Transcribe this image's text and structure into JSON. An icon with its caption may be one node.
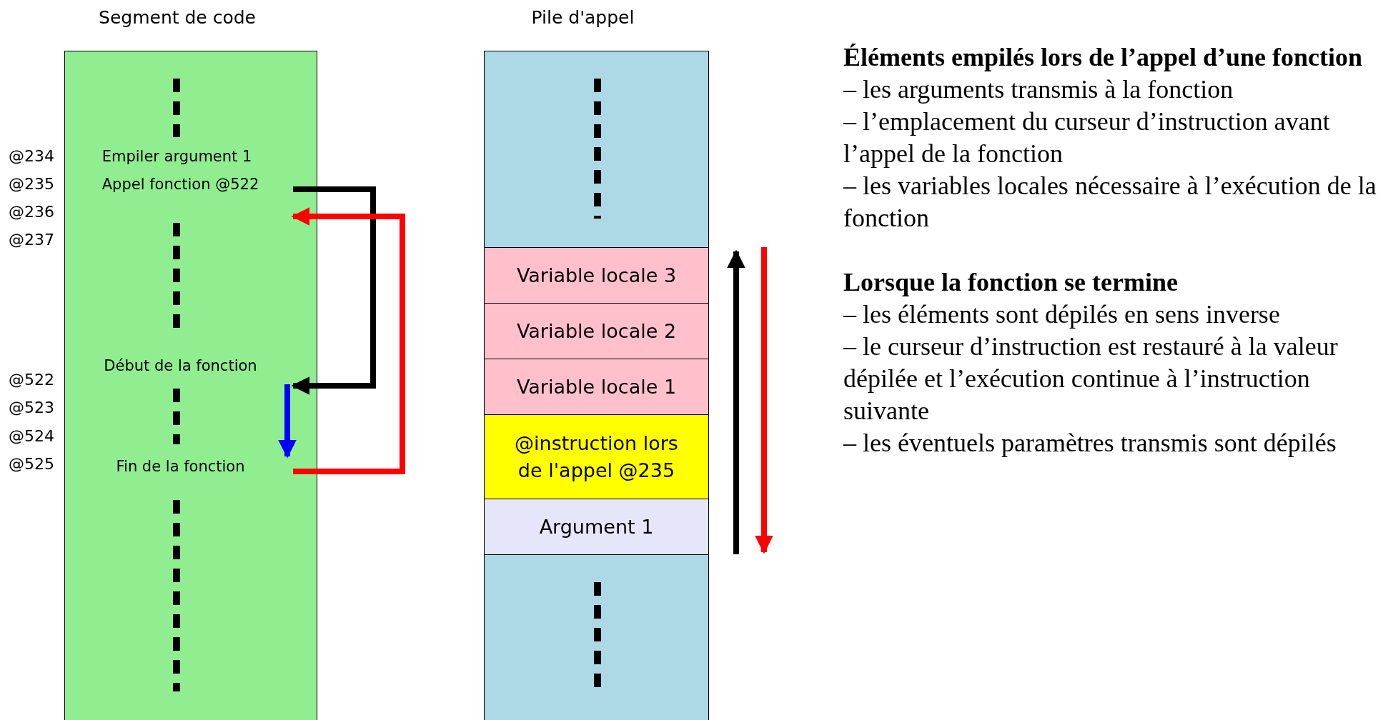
{
  "diagram": {
    "nodes": [
      {
        "text": [
          "Segment de code"
        ]
      },
      {
        "text": [
          "Empiler argument 1"
        ],
        "in": 0
      },
      {
        "text": [
          "Appel fonction @522"
        ],
        "in": 0
      },
      {
        "text": [
          "Début de la fonction"
        ],
        "in": 0
      },
      {
        "text": [
          "Fin de la fonction"
        ],
        "in": 0
      },
      {
        "text": [
          "Pile d'appel"
        ]
      },
      {
        "text": [
          "Variable locale 3"
        ],
        "in": 5
      },
      {
        "text": [
          "Variable locale 2"
        ],
        "in": 5
      },
      {
        "text": [
          "Variable locale 1"
        ],
        "in": 5
      },
      {
        "text": [
          "@instruction lors de l'appel @235"
        ],
        "in": 5
      },
      {
        "text": [
          "Argument 1"
        ],
        "in": 5
      }
    ],
    "edges": [
      {
        "from": 2,
        "to": 3,
        "arrow": "to"
      },
      {
        "from": 3,
        "to": 4,
        "arrow": "to",
        "color": "#0000ff"
      },
      {
        "from": 4,
        "to": 2,
        "arrow": "to",
        "color": "#ff0000"
      }
    ],
    "labels": [
      "@234",
      "@235",
      "@236",
      "@237",
      "@522",
      "@523",
      "@524",
      "@525",
      "Éléments empilés lors de l’appel d’une fonction",
      "– les arguments transmis à la fonction",
      "– l’emplacement du curseur d’instruction avant l’appel de la fonction",
      "– les variables locales nécessaire à l’exécution de la fonction",
      "Lorsque la fonction se termine",
      "– les éléments sont dépilés en sens inverse",
      "– le curseur d’instruction est restauré à la valeur dépilée et l’exécution continue à l’instruction suivante",
      "– les éventuels paramètres transmis sont dépilés"
    ]
  }
}
